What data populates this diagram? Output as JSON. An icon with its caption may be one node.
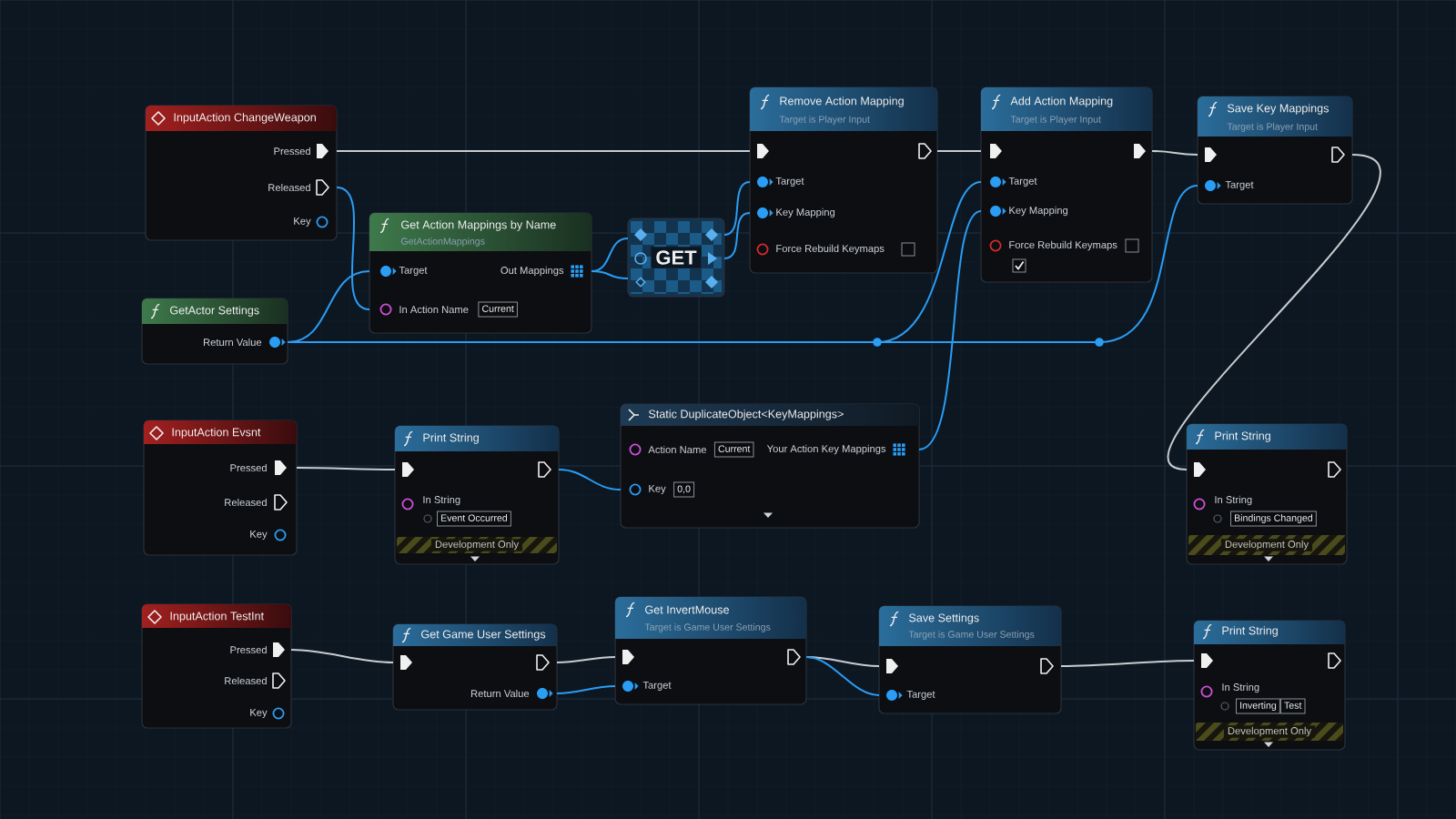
{
  "diagram": {
    "nodes": [
      {
        "text": [
          "InputAction ChangeWeapon",
          "Pressed",
          "Released",
          "Key"
        ]
      },
      {
        "text": [
          "GetActor Settings",
          "Return Value"
        ]
      },
      {
        "text": [
          "Get Action Mappings by Name",
          "GetActionMappings",
          "Target",
          "Out Mappings",
          "In Action Name",
          "Current"
        ]
      },
      {
        "text": [
          "GET"
        ]
      },
      {
        "text": [
          "Remove Action Mapping",
          "Target is Player Input",
          "Target",
          "Key Mapping",
          "Force Rebuild Keymaps"
        ]
      },
      {
        "text": [
          "Add Action Mapping",
          "Target is Player Input",
          "Target",
          "Key Mapping",
          "Force Rebuild Keymaps"
        ]
      },
      {
        "text": [
          "Save Key Mappings",
          "Target is Player Input",
          "Target"
        ]
      },
      {
        "text": [
          "InputAction Evsnt",
          "Pressed",
          "Released",
          "Key"
        ]
      },
      {
        "text": [
          "Print String",
          "In String",
          "Event Occurred",
          "Development Only"
        ]
      },
      {
        "text": [
          "Static DuplicateObject<KeyMappings>",
          "Action Name",
          "Current",
          "Your Action Key Mappings",
          "Key",
          "0,0"
        ]
      },
      {
        "text": [
          "Print String",
          "In String",
          "Bindings Changed",
          "Development Only"
        ]
      },
      {
        "text": [
          "InputAction TestInt",
          "Pressed",
          "Released",
          "Key"
        ]
      },
      {
        "text": [
          "Get Game User Settings",
          "Return Value"
        ]
      },
      {
        "text": [
          "Get InvertMouse",
          "Target is Game User Settings",
          "Target"
        ]
      },
      {
        "text": [
          "Save Settings",
          "Target is Game User Settings",
          "Target"
        ]
      },
      {
        "text": [
          "Print String",
          "In String",
          "Inverting",
          "Test",
          "Development Only"
        ]
      }
    ],
    "edges": [
      {
        "from": 0,
        "to": 4,
        "arrow": "none",
        "color": "#c8ccd0"
      },
      {
        "from": 0,
        "to": 2,
        "arrow": "none"
      },
      {
        "from": 1,
        "to": 2,
        "arrow": "none"
      },
      {
        "from": 1,
        "to": 5,
        "arrow": "none"
      },
      {
        "from": 1,
        "to": 6,
        "arrow": "none"
      },
      {
        "from": 2,
        "to": 3,
        "arrow": "none"
      },
      {
        "from": 2,
        "to": 3,
        "arrow": "none"
      },
      {
        "from": 3,
        "to": 4,
        "arrow": "none"
      },
      {
        "from": 3,
        "to": 4,
        "arrow": "none"
      },
      {
        "from": 4,
        "to": 5,
        "arrow": "none",
        "color": "#c8ccd0"
      },
      {
        "from": 5,
        "to": 6,
        "arrow": "none",
        "color": "#c8ccd0"
      },
      {
        "from": 6,
        "to": 10,
        "arrow": "none",
        "color": "#c8ccd0"
      },
      {
        "from": 9,
        "to": 5,
        "arrow": "none"
      },
      {
        "from": 7,
        "to": 8,
        "arrow": "none",
        "color": "#c8ccd0"
      },
      {
        "from": 8,
        "to": 9,
        "arrow": "none"
      },
      {
        "from": 11,
        "to": 12,
        "arrow": "none",
        "color": "#c8ccd0"
      },
      {
        "from": 12,
        "to": 13,
        "arrow": "none",
        "color": "#c8ccd0"
      },
      {
        "from": 12,
        "to": 13,
        "arrow": "none"
      },
      {
        "from": 13,
        "to": 14,
        "arrow": "none",
        "color": "#c8ccd0"
      },
      {
        "from": 13,
        "to": 14,
        "arrow": "none"
      },
      {
        "from": 14,
        "to": 15,
        "arrow": "none",
        "color": "#c8ccd0"
      }
    ]
  }
}
